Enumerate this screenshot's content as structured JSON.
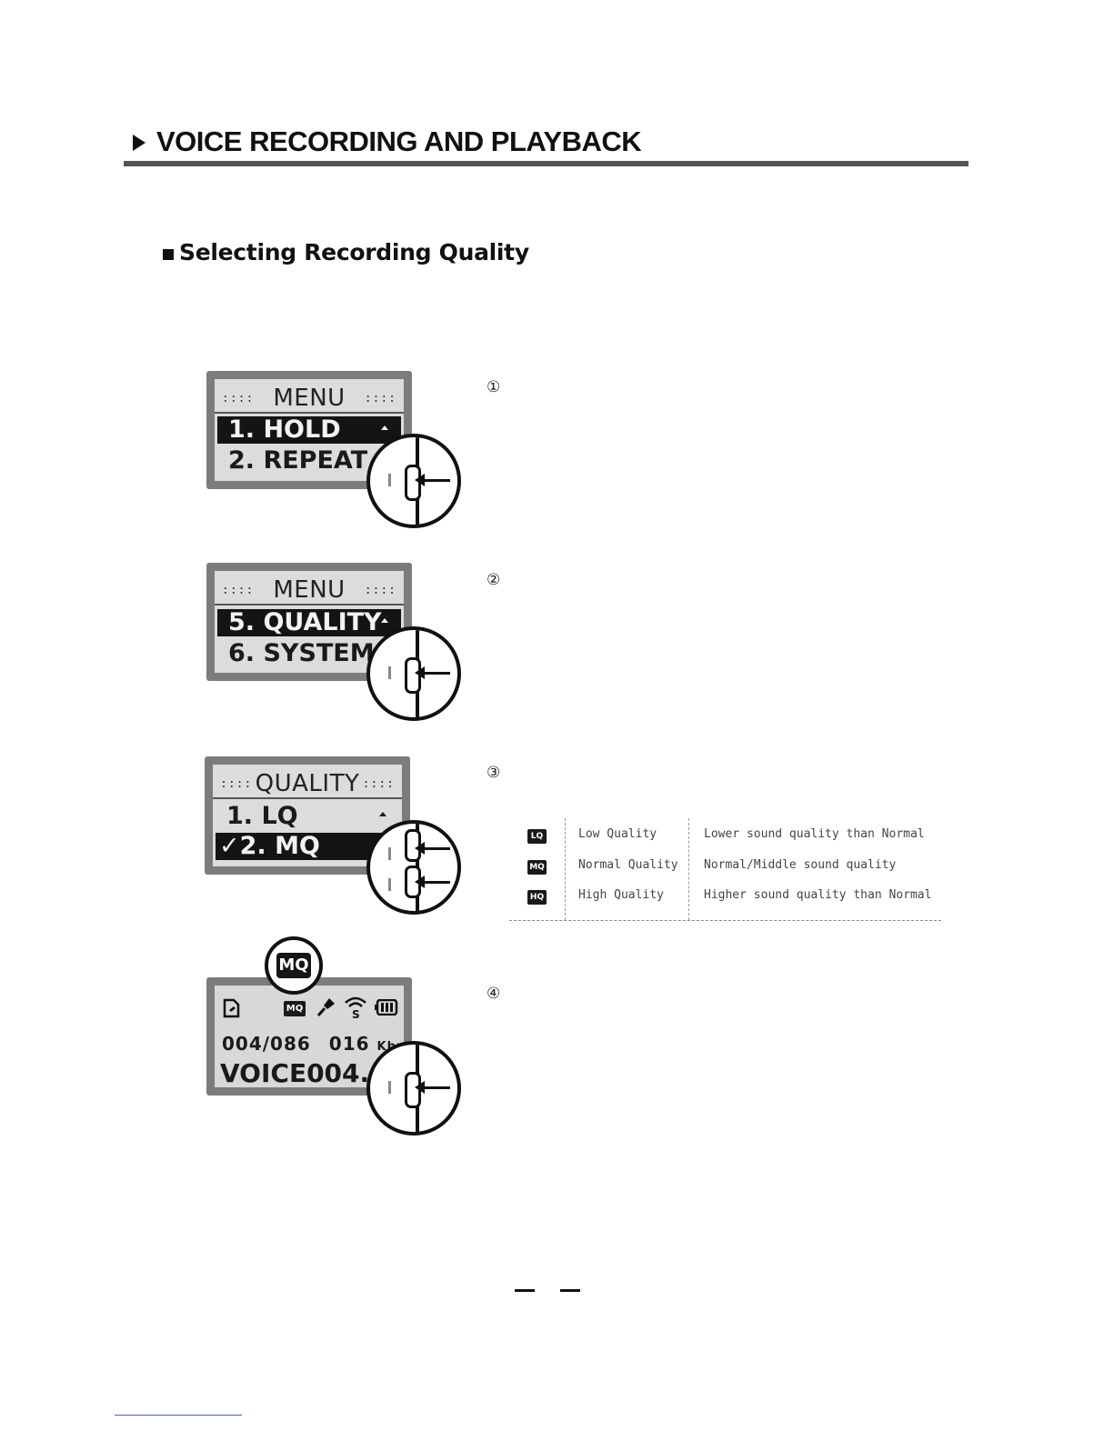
{
  "header": {
    "section_title": "VOICE RECORDING AND PLAYBACK",
    "subsection_title": "Selecting Recording Quality"
  },
  "steps": [
    {
      "number": "①",
      "screen": {
        "title": "MENU",
        "dots": "::::",
        "rows": [
          {
            "label": "1. HOLD",
            "selected": true
          },
          {
            "label": "2. REPEAT",
            "selected": false
          }
        ]
      }
    },
    {
      "number": "②",
      "screen": {
        "title": "MENU",
        "dots": "::::",
        "rows": [
          {
            "label": "5. QUALITY",
            "selected": true
          },
          {
            "label": "6. SYSTEM",
            "selected": false
          }
        ]
      }
    },
    {
      "number": "③",
      "screen": {
        "title": "QUALITY",
        "dots": "::::",
        "rows": [
          {
            "label": "1. LQ",
            "selected": false
          },
          {
            "label": "✓2. MQ",
            "selected": true
          }
        ]
      }
    },
    {
      "number": "④",
      "screen": {
        "track": "004/086",
        "bitrate": "016",
        "bitrate_unit": "Kbps",
        "filename": "VOICE004. M",
        "quality_icon": "MQ",
        "callout_badge": "MQ"
      }
    }
  ],
  "quality_table": [
    {
      "icon": "LQ",
      "name": "Low Quality",
      "description": "Lower sound quality than Normal"
    },
    {
      "icon": "MQ",
      "name": "Normal Quality",
      "description": "Normal/Middle sound quality"
    },
    {
      "icon": "HQ",
      "name": "High Quality",
      "description": "Higher sound quality than Normal"
    }
  ],
  "icons": [
    "triangle-bullet-icon",
    "square-bullet-icon",
    "file-icon",
    "microphone-icon",
    "signal-icon",
    "battery-icon"
  ]
}
